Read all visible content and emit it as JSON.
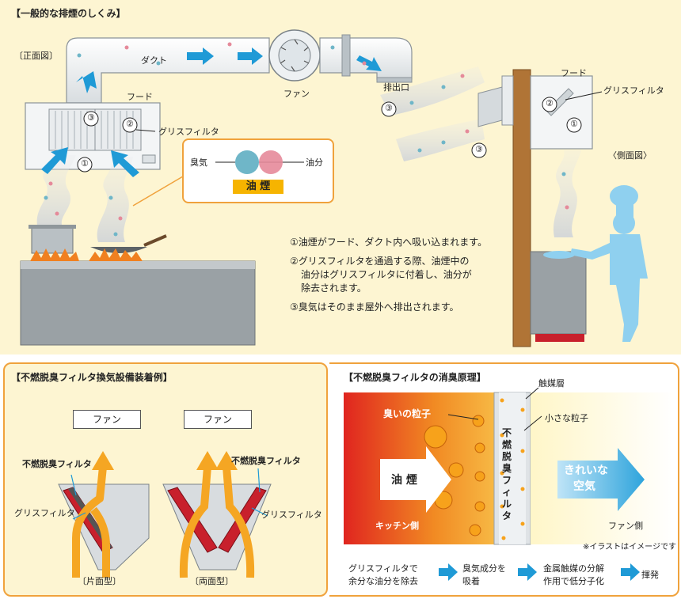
{
  "top": {
    "title": "【一般的な排煙のしくみ】",
    "front_view": "〔正面図〕",
    "side_view": "〈側面図〉",
    "duct": "ダクト",
    "fan": "ファン",
    "exhaust": "排出口",
    "hood": "フード",
    "grease_filter": "グリスフィルタ",
    "legend": {
      "odor": "臭気",
      "oil": "油分",
      "smoke": "油 煙"
    },
    "markers": [
      "①",
      "②",
      "③"
    ],
    "steps": [
      "①油煙がフード、ダクト内へ吸い込まれます。",
      "②グリスフィルタを通過する際、油煙中の",
      "油分はグリスフィルタに付着し、油分が",
      "除去されます。",
      "③臭気はそのまま屋外へ排出されます。"
    ]
  },
  "bottom_left": {
    "title": "【不燃脱臭フィルタ換気設備装着例】",
    "fan": "ファン",
    "deodor_filter": "不燃脱臭フィルタ",
    "grease_filter": "グリスフィルタ",
    "single": "〔片面型〕",
    "double": "〔両面型〕"
  },
  "bottom_right": {
    "title": "【不燃脱臭フィルタの消臭原理】",
    "catalyst_layer": "触媒層",
    "odor_particle": "臭いの粒子",
    "small_particle": "小さな粒子",
    "oil_smoke": "油 煙",
    "filter_vertical": "不燃脱臭フィルタ",
    "clean_air_1": "きれいな",
    "clean_air_2": "空気",
    "kitchen_side": "キッチン側",
    "fan_side": "ファン側",
    "note": "※イラストはイメージです",
    "flow": [
      {
        "l1": "グリスフィルタで",
        "l2": "余分な油分を除去"
      },
      {
        "l1": "臭気成分を",
        "l2": "吸着"
      },
      {
        "l1": "金属触媒の分解",
        "l2": "作用で低分子化"
      },
      {
        "l1": "揮発",
        "l2": ""
      }
    ]
  },
  "colors": {
    "accent": "#f0a23c",
    "panel": "#fdf5d2",
    "arrow_blue": "#1f9ad6",
    "odor": "#6fb6c8",
    "oil": "#e58a9a",
    "flow_orange": "#f5a623",
    "filter_red": "#c8202c"
  }
}
